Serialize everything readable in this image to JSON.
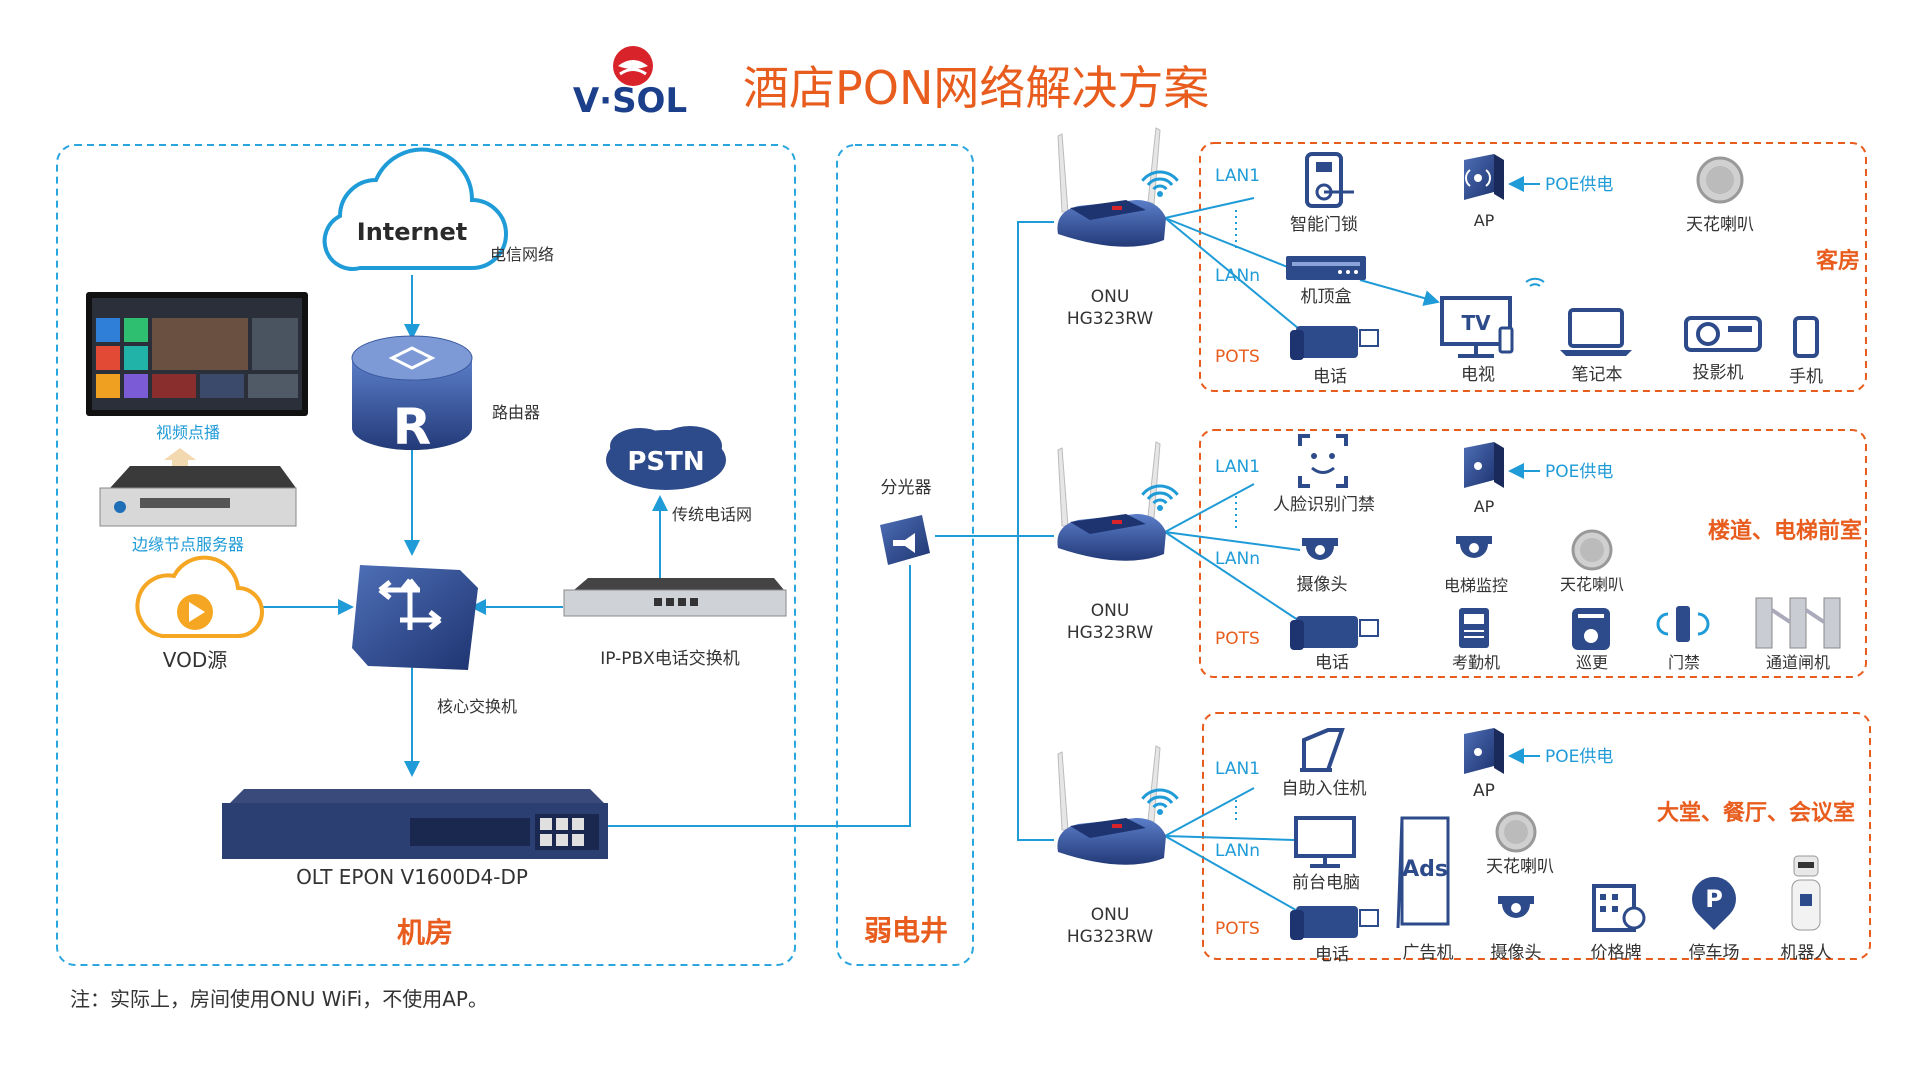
{
  "header": {
    "logo_text": "V·SOL",
    "title": "酒店PON网络解决方案"
  },
  "zones": {
    "machine_room": "机房",
    "weak_well": "弱电井"
  },
  "left": {
    "internet": "Internet",
    "telecom": "电信网络",
    "router_letter": "R",
    "router": "路由器",
    "pstn": "PSTN",
    "pstn_net": "传统电话网",
    "vod_label": "视频点播",
    "edge_server": "边缘节点服务器",
    "vod_src": "VOD源",
    "core_switch": "核心交换机",
    "ippbx": "IP-PBX电话交换机",
    "olt": "OLT  EPON V1600D4-DP"
  },
  "splitter": "分光器",
  "onu": {
    "line1": "ONU",
    "line2": "HG323RW"
  },
  "groups": [
    {
      "title": "客房",
      "ports": [
        "LAN1",
        "LANn",
        "POTS"
      ],
      "poe": "POE供电",
      "devices": [
        "智能门锁",
        "机顶盒",
        "电话",
        "AP",
        "天花喇叭",
        "电视",
        "笔记本",
        "投影机",
        "手机"
      ]
    },
    {
      "title": "楼道、电梯前室",
      "ports": [
        "LAN1",
        "LANn",
        "POTS"
      ],
      "poe": "POE供电",
      "devices": [
        "人脸识别门禁",
        "摄像头",
        "电话",
        "AP",
        "电梯监控",
        "天花喇叭",
        "考勤机",
        "巡更",
        "门禁",
        "通道闸机"
      ]
    },
    {
      "title": "大堂、餐厅、会议室",
      "ports": [
        "LAN1",
        "LANn",
        "POTS"
      ],
      "poe": "POE供电",
      "devices": [
        "自助入住机",
        "前台电脑",
        "电话",
        "AP",
        "广告机",
        "天花喇叭",
        "摄像头",
        "价格牌",
        "停车场",
        "机器人"
      ]
    }
  ],
  "icons": {
    "tv_text": "TV",
    "ads_text": "Ads"
  },
  "note": "注：实际上，房间使用ONU WiFi，不使用AP。",
  "colors": {
    "accent": "#e85d1e",
    "blue": "#1f9bd7",
    "navy": "#2d4a8a"
  }
}
